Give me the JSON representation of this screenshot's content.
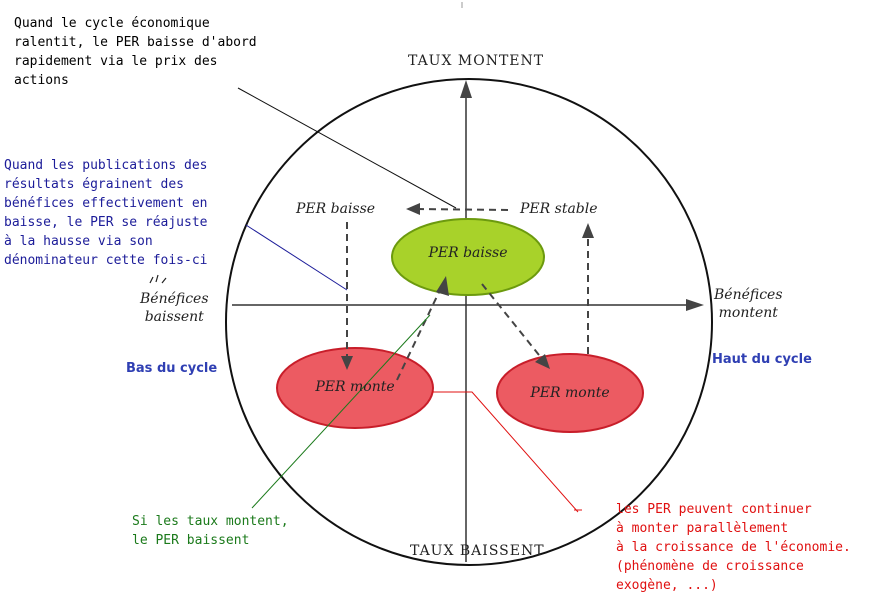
{
  "axes": {
    "top": "TAUX MONTENT",
    "bottom": "TAUX BAISSENT",
    "left": "Bénéfices\nbaissent",
    "right": "Bénéfices\nmontent"
  },
  "cycle_labels": {
    "left": "Bas du cycle",
    "right": "Haut du cycle"
  },
  "nodes": {
    "center": "PER baisse",
    "top_left": "PER baisse",
    "top_right": "PER stable",
    "bottom_left": "PER monte",
    "bottom_right": "PER monte"
  },
  "annotations": {
    "top_left": "Quand le cycle économique\nralentit, le PER baisse d'abord\nrapidement via le prix des\nactions",
    "mid_left": "Quand les publications des\nrésultats égrainent des\nbénéfices effectivement en\nbaisse, le PER se réajuste\nà la hausse via son\ndénominateur cette fois-ci",
    "bottom_left": "Si les taux montent,\nle PER baissent",
    "bottom_right": "les PER peuvent continuer\nà monter parallèlement\nà la croissance de l'économie.\n(phénomène de croissance\nexogène, ...)"
  },
  "colors": {
    "black_text": "#000000",
    "blue_text": "#1c1c99",
    "green_text": "#1b7a1b",
    "red_text": "#e01010",
    "cycle_label": "#2f3fb3",
    "green_ellipse": "#a8d22a",
    "red_ellipse": "#ec5b62"
  }
}
